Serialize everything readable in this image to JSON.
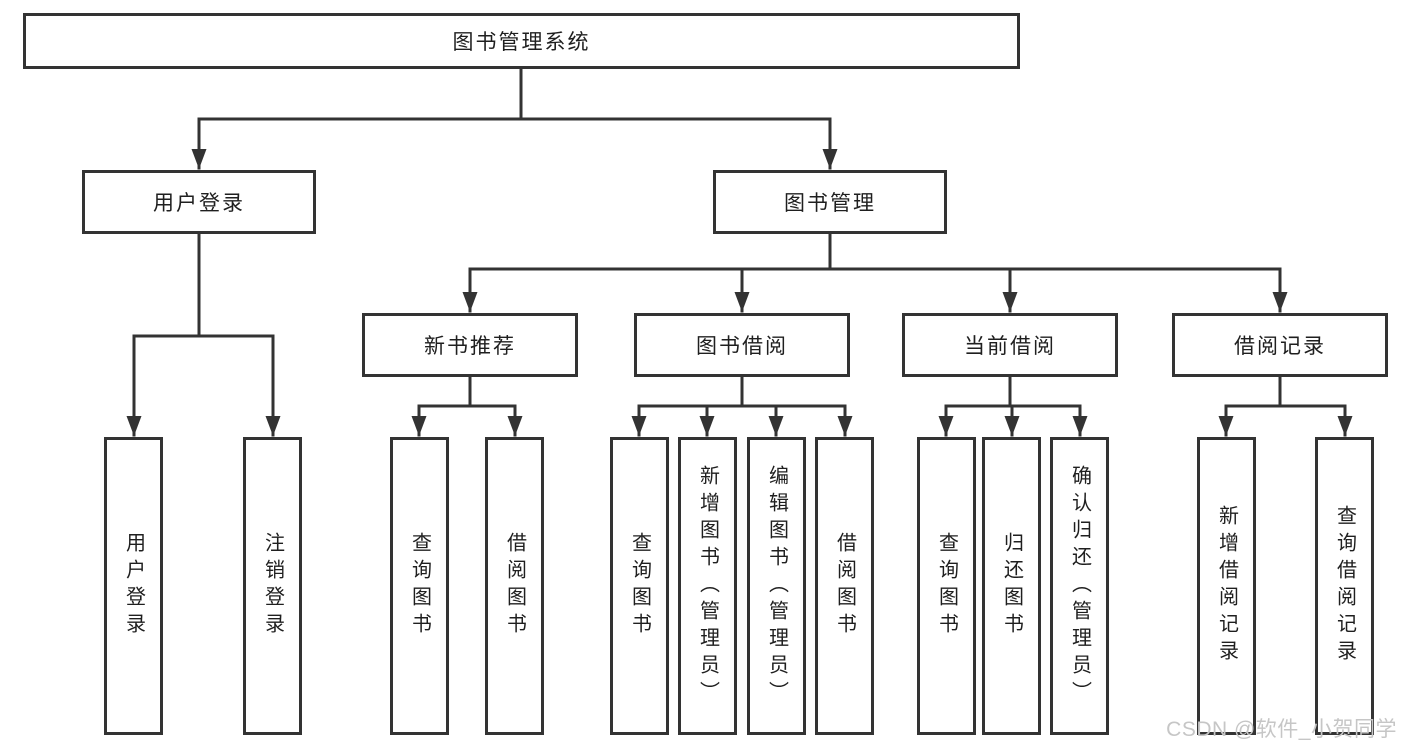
{
  "diagram": {
    "root": {
      "label": "图书管理系统"
    },
    "branches": {
      "user_login": {
        "label": "用户登录"
      },
      "book_mgmt": {
        "label": "图书管理"
      }
    },
    "modules": {
      "new_book": {
        "label": "新书推荐"
      },
      "book_borrow": {
        "label": "图书借阅"
      },
      "current_borrow": {
        "label": "当前借阅"
      },
      "borrow_record": {
        "label": "借阅记录"
      }
    },
    "leaves": {
      "user_login": [
        "用户登录",
        "注销登录"
      ],
      "new_book": [
        "查询图书",
        "借阅图书"
      ],
      "book_borrow": [
        "查询图书",
        "新增图书（管理员）",
        "编辑图书（管理员）",
        "借阅图书"
      ],
      "current_borrow": [
        "查询图书",
        "归还图书",
        "确认归还（管理员）"
      ],
      "borrow_record": [
        "新增借阅记录",
        "查询借阅记录"
      ]
    },
    "watermark": "CSDN @软件_小贺同学",
    "colors": {
      "line": "#333333",
      "box_border": "#333333",
      "box_background": "#ffffff",
      "text": "#1f1f1f",
      "watermark": "#c6c6c6",
      "background": "#ffffff"
    }
  }
}
